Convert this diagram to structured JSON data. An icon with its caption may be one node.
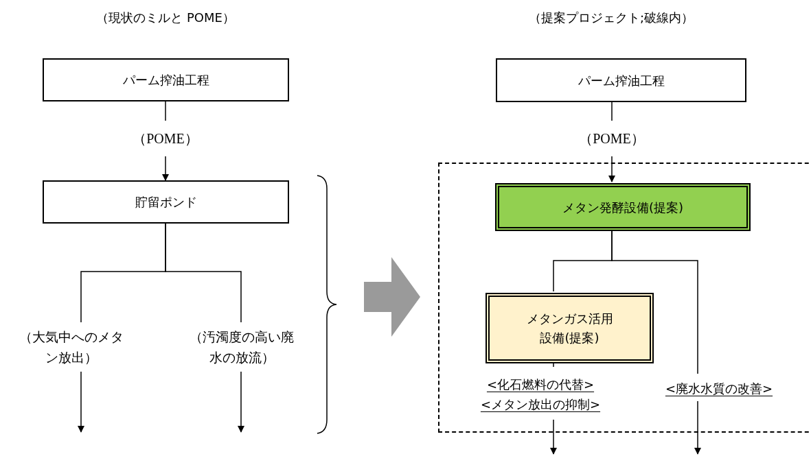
{
  "diagram": {
    "nodes": [
      {
        "text": [
          "パーム搾油工程"
        ]
      },
      {
        "text": [
          "（POME）"
        ]
      },
      {
        "text": [
          "貯留ポンド"
        ]
      },
      {
        "text": [
          "（大気中へのメタン放出）"
        ]
      },
      {
        "text": [
          "（汚濁度の高い廃水の放流）"
        ]
      },
      {
        "text": [
          "パーム搾油工程"
        ]
      },
      {
        "text": [
          "（POME）"
        ]
      },
      {
        "text": [],
        "shape": "box"
      },
      {
        "text": [
          "メタン発酵設備(提案)"
        ],
        "in": 7
      },
      {
        "text": [
          "メタンガス活用設備(提案)"
        ],
        "in": 7
      },
      {
        "text": [
          "<化石燃料の代替>",
          "<メタン放出の抑制>"
        ],
        "in": 7
      },
      {
        "text": [
          "<廃水水質の改善>"
        ],
        "in": 7
      }
    ],
    "edges": [
      {
        "from": 0,
        "to": 1,
        "arrow": "none"
      },
      {
        "from": 1,
        "to": 2,
        "arrow": "to"
      },
      {
        "from": 2,
        "to": 3,
        "arrow": "none"
      },
      {
        "from": 2,
        "to": 4,
        "arrow": "none"
      },
      {
        "from": 3,
        "to": null,
        "arrow": "to"
      },
      {
        "from": 4,
        "to": null,
        "arrow": "to"
      },
      {
        "from": 5,
        "to": 6,
        "arrow": "none"
      },
      {
        "from": 6,
        "to": 8,
        "arrow": "to"
      },
      {
        "from": 8,
        "to": 9,
        "arrow": "none"
      },
      {
        "from": 8,
        "to": 11,
        "arrow": "none"
      },
      {
        "from": 9,
        "to": 10,
        "arrow": "none"
      },
      {
        "from": 10,
        "to": null,
        "arrow": "to"
      },
      {
        "from": 11,
        "to": null,
        "arrow": "to"
      }
    ],
    "labels": [
      "（現状のミルと POME）",
      "（提案プロジェクト;破線内）"
    ]
  }
}
